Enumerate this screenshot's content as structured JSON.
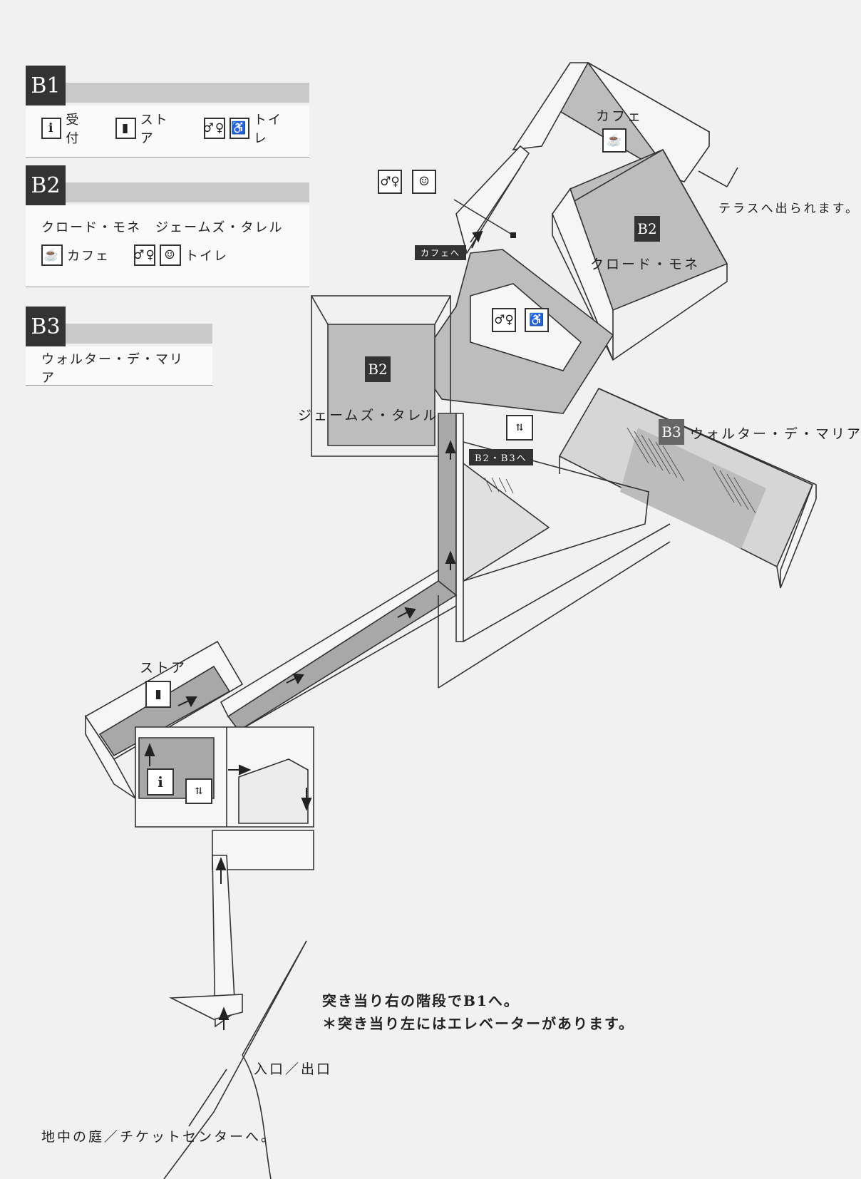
{
  "legend": {
    "b1": {
      "floor": "B1",
      "items": [
        {
          "icon": "info-icon",
          "label": "受付"
        },
        {
          "icon": "store-icon",
          "label": "ストア"
        },
        {
          "icon": "restroom-icon",
          "icon2": "wheelchair-icon",
          "label": "トイレ"
        }
      ]
    },
    "b2": {
      "floor": "B2",
      "artists": "クロード・モネ　ジェームズ・タレル",
      "items": [
        {
          "icon": "cafe-icon",
          "label": "カフェ"
        },
        {
          "icon": "restroom-icon",
          "icon2": "baby-changing-icon",
          "label": "トイレ"
        }
      ]
    },
    "b3": {
      "floor": "B3",
      "artists": "ウォルター・デ・マリア"
    }
  },
  "map": {
    "cafe_label": "カフェ",
    "terrace_label": "テラスへ出られます。",
    "to_cafe_tag": "カフェへ",
    "monet_floor": "B2",
    "monet_label": "クロード・モネ",
    "turrell_floor": "B2",
    "turrell_label": "ジェームズ・タレル",
    "demaria_floor": "B3",
    "demaria_label": "ウォルター・デ・マリア",
    "to_b2b3_tag": "B2・B3へ",
    "store_label": "ストア",
    "stairs_note_1": "突き当り右の階段でB1へ。",
    "stairs_note_2": "＊突き当り左にはエレベーターがあります。",
    "entrance_label": "入口／出口",
    "garden_label": "地中の庭／チケットセンターへ。"
  },
  "colors": {
    "floor_dark": "#333333",
    "room_grey": "#bdbdbd",
    "path_grey": "#a8a8a8",
    "paper": "#f1f1f1"
  }
}
